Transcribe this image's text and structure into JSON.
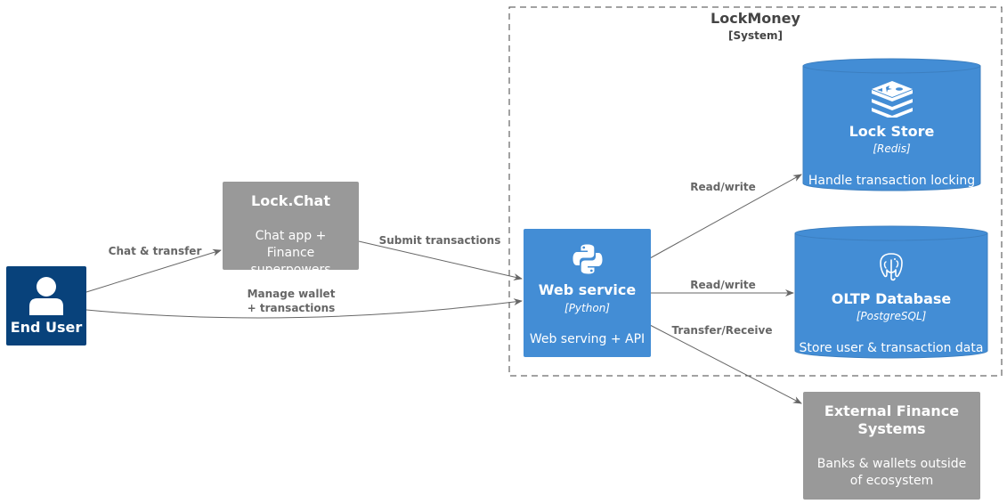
{
  "boundary": {
    "title": "LockMoney",
    "type": "[System]"
  },
  "nodes": {
    "end_user": {
      "name": "End User"
    },
    "lock_chat": {
      "name": "Lock.Chat",
      "desc": "Chat app + Finance superpowers"
    },
    "web_service": {
      "name": "Web service",
      "tech": "[Python]",
      "desc": "Web serving + API"
    },
    "lock_store": {
      "name": "Lock Store",
      "tech": "[Redis]",
      "desc": "Handle transaction locking"
    },
    "oltp_db": {
      "name": "OLTP Database",
      "tech": "[PostgreSQL]",
      "desc": "Store user & transaction data"
    },
    "ext_finance": {
      "name": "External Finance Systems",
      "desc": "Banks & wallets outside of ecosystem"
    }
  },
  "edges": {
    "chat_transfer": "Chat & transfer",
    "manage_wallet": "Manage wallet + transactions",
    "submit_tx": "Submit transactions",
    "rw_store": "Read/write",
    "rw_db": "Read/write",
    "transfer_receive": "Transfer/Receive"
  },
  "icons": {
    "person": "person-icon",
    "python": "python-icon",
    "redis": "redis-icon",
    "postgres": "postgresql-icon"
  },
  "colors": {
    "person": "#08427b",
    "container": "#438dd5",
    "external": "#999999",
    "arrow": "#666666"
  }
}
